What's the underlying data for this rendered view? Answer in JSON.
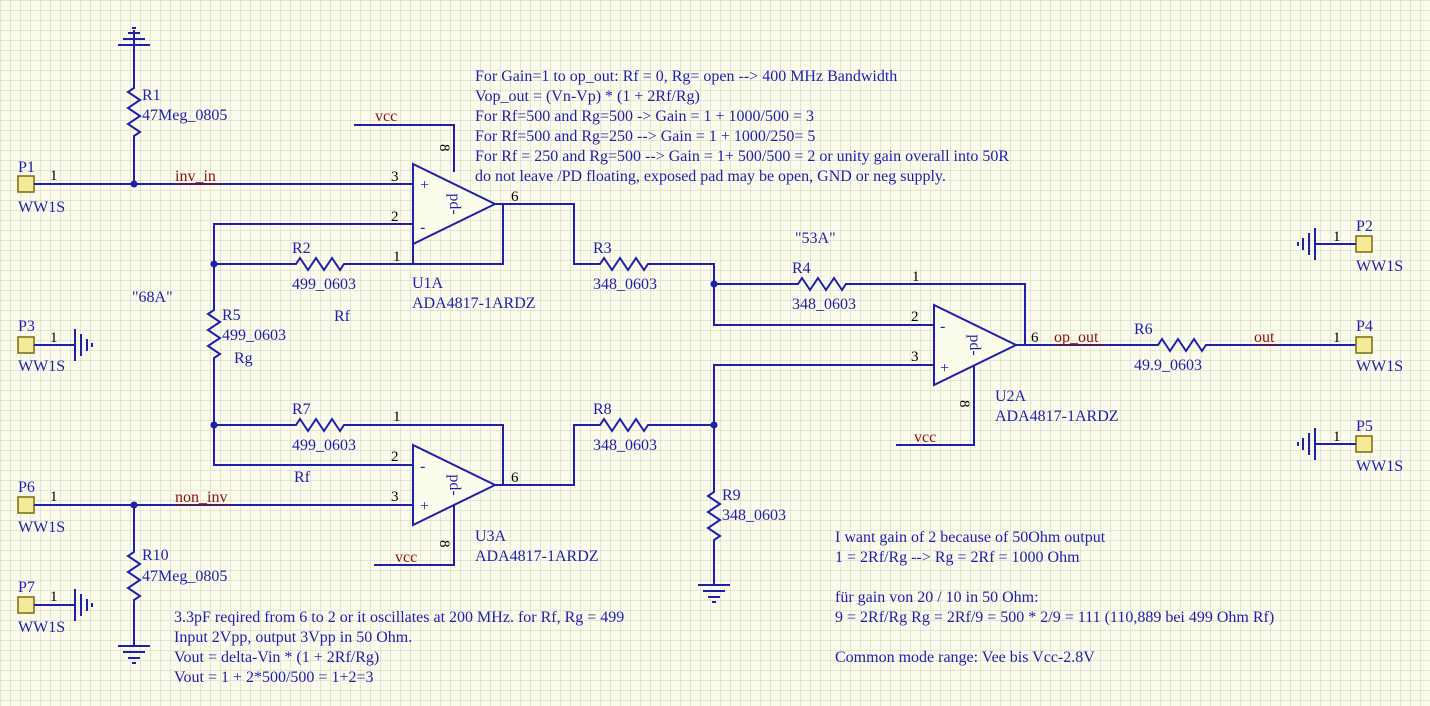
{
  "notes": {
    "top": [
      "For Gain=1 to op_out: Rf = 0, Rg= open  --> 400 MHz Bandwidth",
      "Vop_out = (Vn-Vp) * (1 +  2Rf/Rg)",
      "For Rf=500  and Rg=500  -> Gain = 1 + 1000/500 = 3",
      "For Rf=500 and Rg=250 --> Gain =  1 + 1000/250= 5",
      "For Rf = 250 and Rg=500 --> Gain = 1+ 500/500 = 2  or unity gain overall into 50R",
      "do not leave /PD floating, exposed pad may  be open, GND or neg supply."
    ],
    "bottom_left": [
      "3.3pF reqired from 6 to 2 or it oscillates at 200 MHz. for Rf, Rg = 499",
      "Input 2Vpp, output 3Vpp in 50 Ohm.",
      "Vout = delta-Vin * (1 + 2Rf/Rg)",
      "Vout = 1 + 2*500/500 = 1+2=3"
    ],
    "bottom_right": [
      "I want gain of  2 because of 50Ohm output",
      "1 = 2Rf/Rg  --> Rg = 2Rf = 1000 Ohm",
      "",
      "für gain von 20 / 10 in 50 Ohm:",
      "9 = 2Rf/Rg  Rg = 2Rf/9  = 500 * 2/9 = 111  (110,889 bei 499 Ohm Rf)",
      "",
      "Common mode range:  Vee bis Vcc-2.8V"
    ],
    "label_53a": "\"53A\"",
    "label_68a": "\"68A\""
  },
  "nets": {
    "inv_in": "inv_in",
    "non_inv": "non_inv",
    "op_out": "op_out",
    "out": "out",
    "vcc": "vcc"
  },
  "resistors": {
    "R1": {
      "designator": "R1",
      "value": "47Meg_0805"
    },
    "R2": {
      "designator": "R2",
      "value": "499_0603",
      "comment": "Rf"
    },
    "R3": {
      "designator": "R3",
      "value": "348_0603"
    },
    "R4": {
      "designator": "R4",
      "value": "348_0603"
    },
    "R5": {
      "designator": "R5",
      "value": "499_0603",
      "comment": "Rg"
    },
    "R6": {
      "designator": "R6",
      "value": "49.9_0603"
    },
    "R7": {
      "designator": "R7",
      "value": "499_0603",
      "comment": "Rf"
    },
    "R8": {
      "designator": "R8",
      "value": "348_0603"
    },
    "R9": {
      "designator": "R9",
      "value": "348_0603"
    },
    "R10": {
      "designator": "R10",
      "value": "47Meg_0805"
    }
  },
  "opamps": {
    "U1A": {
      "designator": "U1A",
      "part": "ADA4817-1ARDZ",
      "pd": "pd-"
    },
    "U2A": {
      "designator": "U2A",
      "part": "ADA4817-1ARDZ",
      "pd": "pd-"
    },
    "U3A": {
      "designator": "U3A",
      "part": "ADA4817-1ARDZ",
      "pd": "pd-"
    }
  },
  "ports": {
    "P1": {
      "designator": "P1",
      "part": "WW1S",
      "pin": "1"
    },
    "P2": {
      "designator": "P2",
      "part": "WW1S",
      "pin": "1"
    },
    "P3": {
      "designator": "P3",
      "part": "WW1S",
      "pin": "1"
    },
    "P4": {
      "designator": "P4",
      "part": "WW1S",
      "pin": "1"
    },
    "P5": {
      "designator": "P5",
      "part": "WW1S",
      "pin": "1"
    },
    "P6": {
      "designator": "P6",
      "part": "WW1S",
      "pin": "1"
    },
    "P7": {
      "designator": "P7",
      "part": "WW1S",
      "pin": "1"
    }
  },
  "pins": {
    "p1": "1",
    "p2": "2",
    "p3": "3",
    "p6": "6",
    "p8": "8",
    "plus": "+",
    "minus": "-"
  },
  "colors": {
    "background": "#fbfbeb",
    "wire": "#1f1fa8",
    "net_label": "#8b1010",
    "port_fill": "#f3eb9a"
  }
}
